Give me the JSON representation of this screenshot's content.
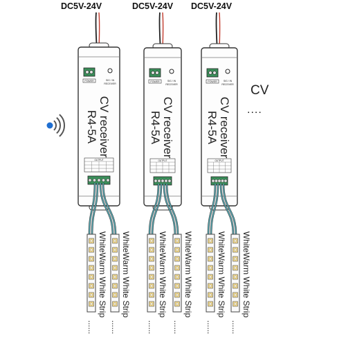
{
  "power_label": "DC5V-24V",
  "receiver_name": "CV receiver",
  "receiver_model": "R4-5A",
  "terminal_labels": {
    "power": "POWER",
    "button": "SIG / IN",
    "button_sub": "RECEIVER",
    "output": "OUTPUT"
  },
  "strip_label": "WhiteWarm White Strip",
  "ellipsis": "......",
  "cv_label": "CV",
  "cv_dots": "....",
  "colors": {
    "wire_teal": "#5fb3bd",
    "wire_red": "#c0392b",
    "outline": "#333333",
    "signal_blue": "#1f6fd1",
    "led_yellow": "#f3d98a"
  }
}
